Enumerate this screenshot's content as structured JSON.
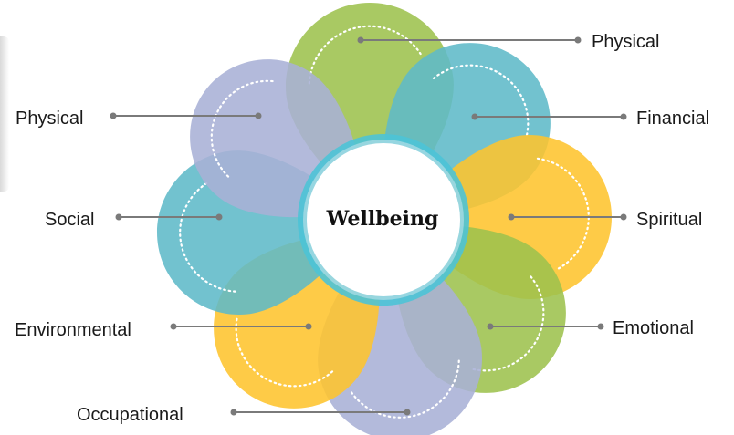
{
  "center": {
    "title": "Wellbeing"
  },
  "petals": [
    {
      "id": "physical-top",
      "label": "Physical",
      "color": "#9dc24d"
    },
    {
      "id": "financial",
      "label": "Financial",
      "color": "#5fb9c8"
    },
    {
      "id": "spiritual",
      "label": "Spiritual",
      "color": "#fec42e"
    },
    {
      "id": "emotional",
      "label": "Emotional",
      "color": "#9dc24d"
    },
    {
      "id": "occupational",
      "label": "Occupational",
      "color": "#a9b1d6"
    },
    {
      "id": "environmental",
      "label": "Environmental",
      "color": "#fec42e"
    },
    {
      "id": "social",
      "label": "Social",
      "color": "#5fb9c8"
    },
    {
      "id": "physical-left",
      "label": "Physical",
      "color": "#a9b1d6"
    }
  ],
  "colors": {
    "ring": "#4cc3d6",
    "connector": "#7a7a7a"
  }
}
